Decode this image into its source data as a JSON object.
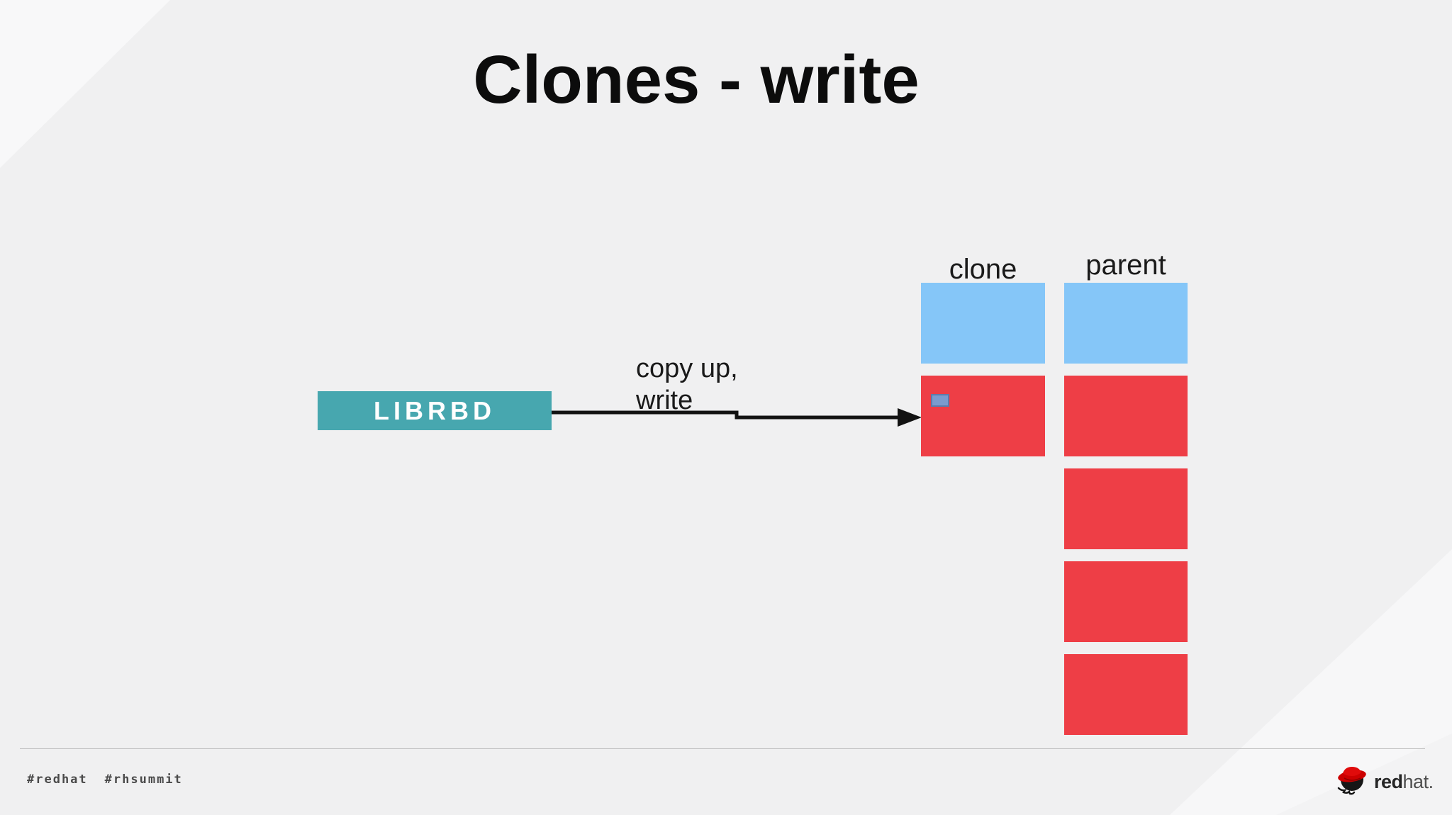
{
  "slide": {
    "title": "Clones - write"
  },
  "diagram": {
    "librbd": {
      "label": "LIBRBD"
    },
    "arrow_label_lines": [
      "copy up,",
      "write"
    ],
    "columns": [
      {
        "id": "clone",
        "label": "clone",
        "blocks": [
          {
            "color": "blue"
          },
          {
            "color": "red",
            "marker": true
          }
        ]
      },
      {
        "id": "parent",
        "label": "parent",
        "blocks": [
          {
            "color": "blue"
          },
          {
            "color": "red"
          },
          {
            "color": "red"
          },
          {
            "color": "red"
          },
          {
            "color": "red"
          }
        ]
      }
    ],
    "palette": {
      "teal": "#47a7af",
      "blue": "#85c6f8",
      "red": "#ee3e46",
      "marker_fill": "#7b9bce",
      "marker_border": "#5d7bab",
      "arrow": "#121212",
      "divider": "#bdbdbd",
      "hashtag_text": "#4a4a4a",
      "title_text": "#0c0c0c",
      "label_text": "#1a1a1a",
      "logo_dark": "#262626",
      "logo_gray": "#4f4f4f",
      "redhat_red": "#cc0000",
      "bg_light": "#f8f8f9"
    }
  },
  "footer": {
    "hashtags": [
      "#redhat",
      "#rhsummit"
    ],
    "logo": {
      "bold": "red",
      "regular": "hat",
      "period": "."
    }
  }
}
